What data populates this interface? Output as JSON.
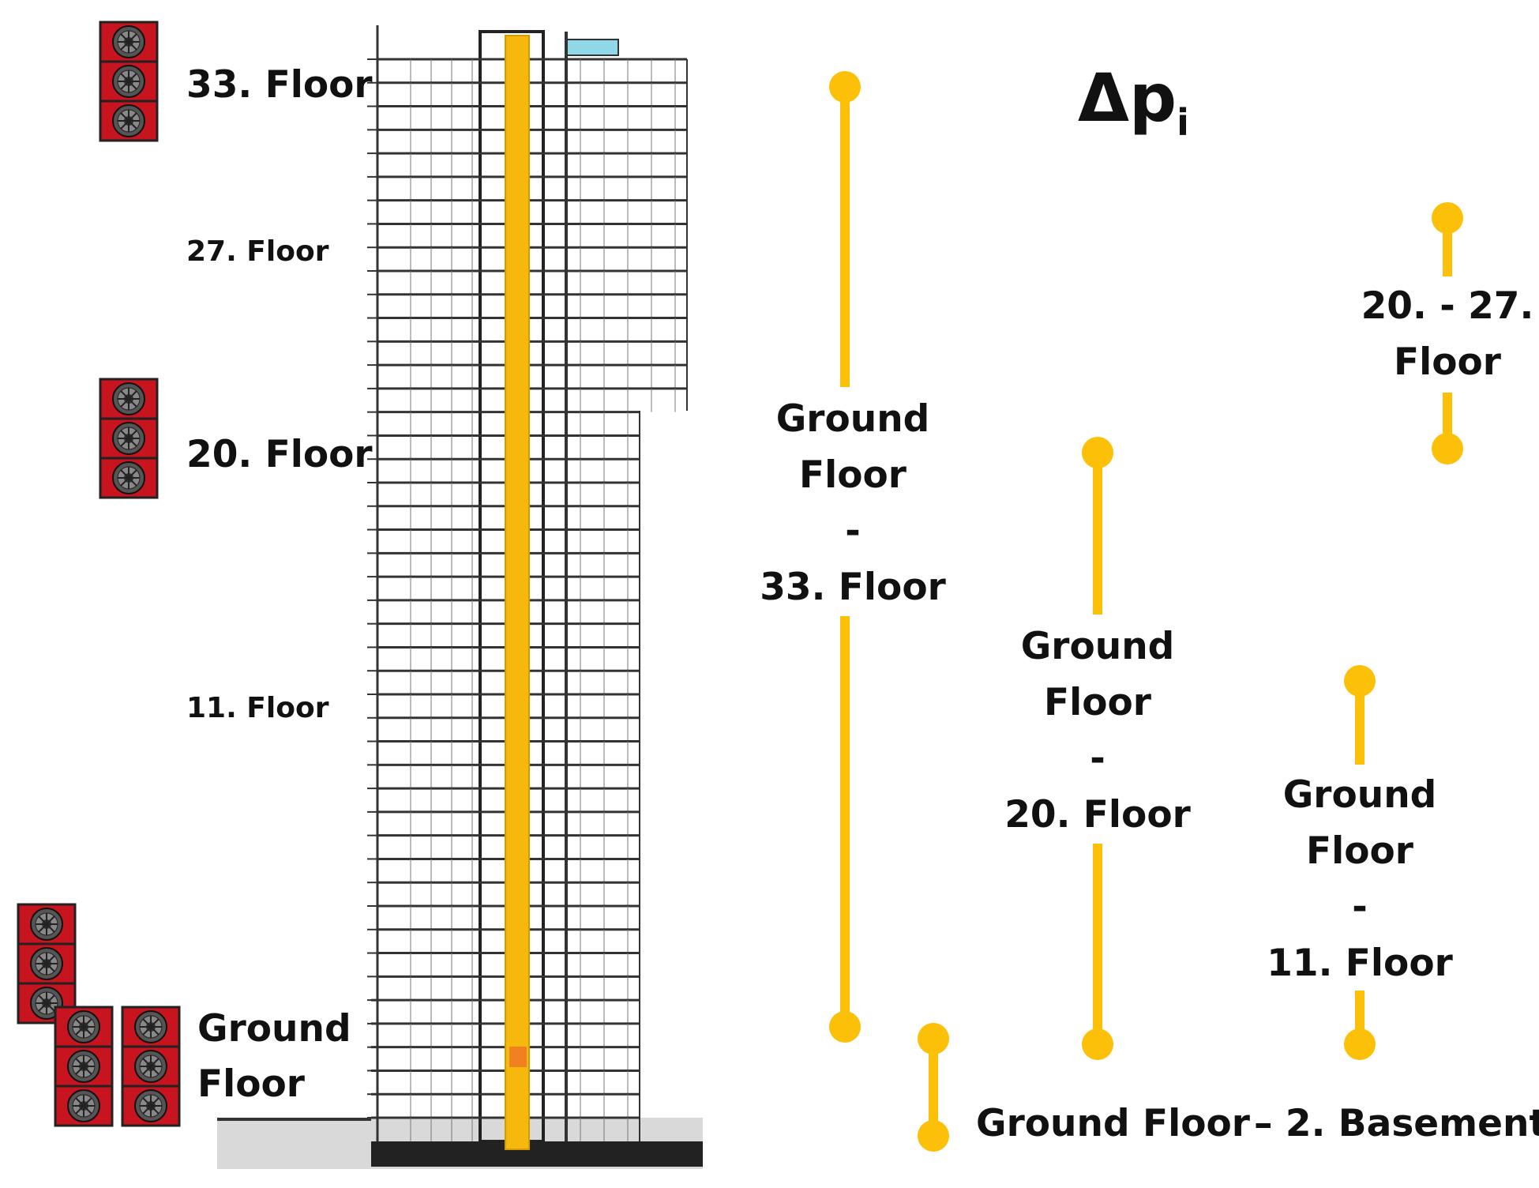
{
  "floor_labels": {
    "f33": "33. Floor",
    "f27": "27. Floor",
    "f20": "20. Floor",
    "f11": "11. Floor",
    "ground_line1": "Ground",
    "ground_line2": "Floor"
  },
  "title": {
    "symbol": "Δp",
    "subscript": "i"
  },
  "ranges": {
    "r1": {
      "lines": [
        "Ground",
        "Floor",
        "-",
        "33. Floor"
      ]
    },
    "r2": {
      "lines": [
        "Ground",
        "Floor",
        "-",
        "20. Floor"
      ]
    },
    "r3": {
      "lines": [
        "Ground",
        "Floor",
        "-",
        "11. Floor"
      ]
    },
    "r4": {
      "lines": [
        "20. - 27.",
        "Floor"
      ]
    },
    "r5": {
      "text_left": "Ground Floor",
      "text_right": "– 2. Basement"
    }
  },
  "colors": {
    "accent": "#FDC008",
    "fan_red": "#C8141E",
    "shaft": "#F7B80E",
    "building_lines": "#333333"
  },
  "icons": [
    "blower-door-fan-icon"
  ]
}
